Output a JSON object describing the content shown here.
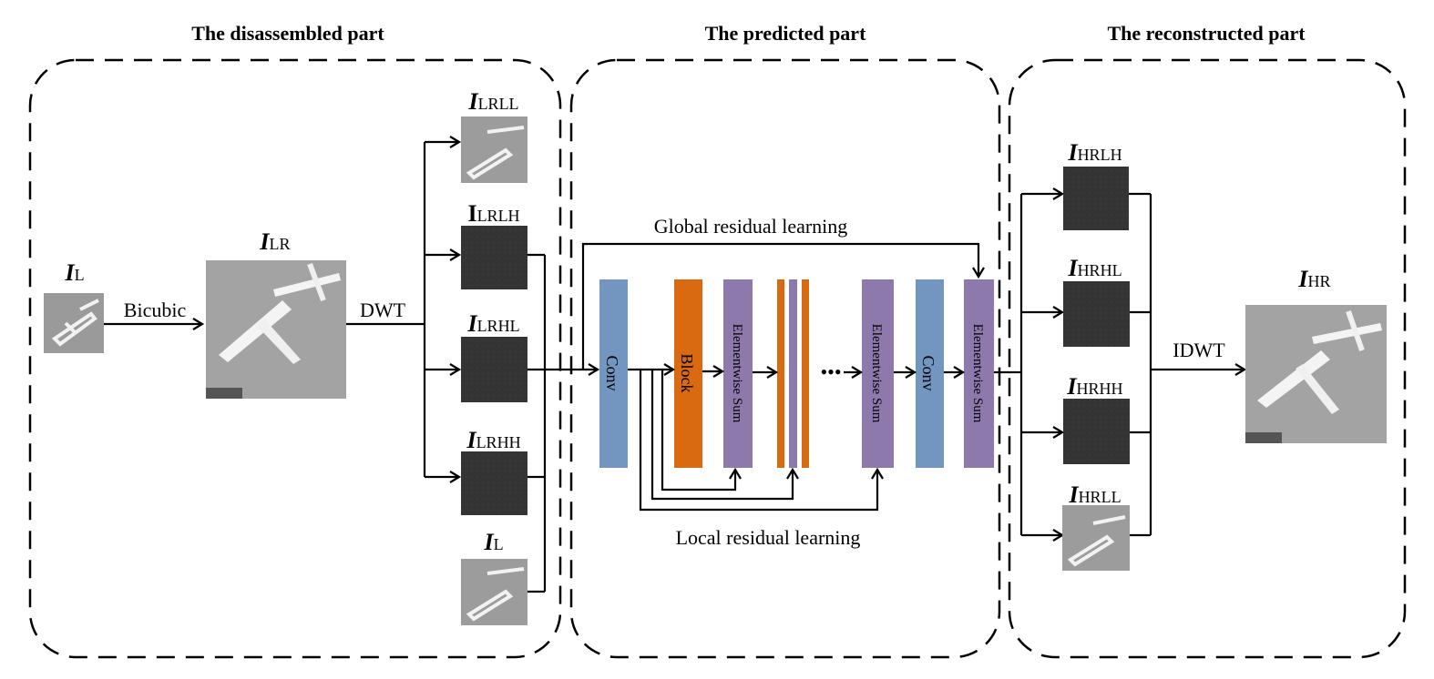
{
  "sections": [
    {
      "title": "The disassembled part"
    },
    {
      "title": "The predicted part"
    },
    {
      "title": "The reconstructed part"
    }
  ],
  "images": {
    "il": {
      "sym": "I",
      "sub": "L"
    },
    "ilr": {
      "sym": "I",
      "sub": "LR"
    },
    "lrll": {
      "sym": "I",
      "sub": "LRLL"
    },
    "lrlh": {
      "sym": "I",
      "sub": "LRLH"
    },
    "lrhl": {
      "sym": "I",
      "sub": "LRHL"
    },
    "lrhh": {
      "sym": "I",
      "sub": "LRHH"
    },
    "il2": {
      "sym": "I",
      "sub": "L"
    },
    "hrlh": {
      "sym": "I",
      "sub": "HRLH"
    },
    "hrhl": {
      "sym": "I",
      "sub": "HRHL"
    },
    "hrhh": {
      "sym": "I",
      "sub": "HRHH"
    },
    "hrll": {
      "sym": "I",
      "sub": "HRLL"
    },
    "ihr": {
      "sym": "I",
      "sub": "HR"
    }
  },
  "ops": {
    "bicubic": "Bicubic",
    "dwt": "DWT",
    "idwt": "IDWT",
    "global": "Global residual learning",
    "local": "Local residual learning",
    "ellipsis": "•••"
  },
  "blocks": {
    "conv1": "Conv",
    "block": "Block",
    "sum1": "Elementwise Sum",
    "sum2": "Elementwise Sum",
    "conv2": "Conv",
    "sum3": "Elementwise Sum"
  },
  "colors": {
    "conv": "#7396c0",
    "block": "#d96a11",
    "sum": "#8e79ad"
  }
}
